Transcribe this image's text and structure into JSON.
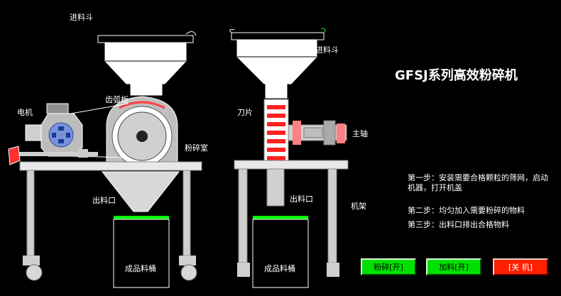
{
  "title": "GFSJ系列高效粉碎机",
  "labels": {
    "hopper_left": "进料斗",
    "hopper_right": "进料斗",
    "toothed_plate": "齿弧板",
    "motor": "电机",
    "crush_chamber": "粉碎室",
    "blade": "刀片",
    "main_shaft": "主轴",
    "outlet": "出料口",
    "frame": "机架",
    "bucket_left": "成品料桶",
    "bucket_right": "成品料桶"
  },
  "steps": [
    "第一步：安装需要合格颗粒的筛网，启动机器，打开机盖",
    "第二步：均匀加入需要粉碎的物料",
    "第三步：出料口排出合格物料"
  ],
  "buttons": {
    "crush": "粉碎[开]",
    "feed": "加料[开]",
    "off": "[关  机]"
  },
  "colors": {
    "background": "#000000",
    "button_on": "#00e000",
    "button_off": "#ff2000",
    "bucket_lid": "#00ff00",
    "blade": "#ff2020"
  }
}
